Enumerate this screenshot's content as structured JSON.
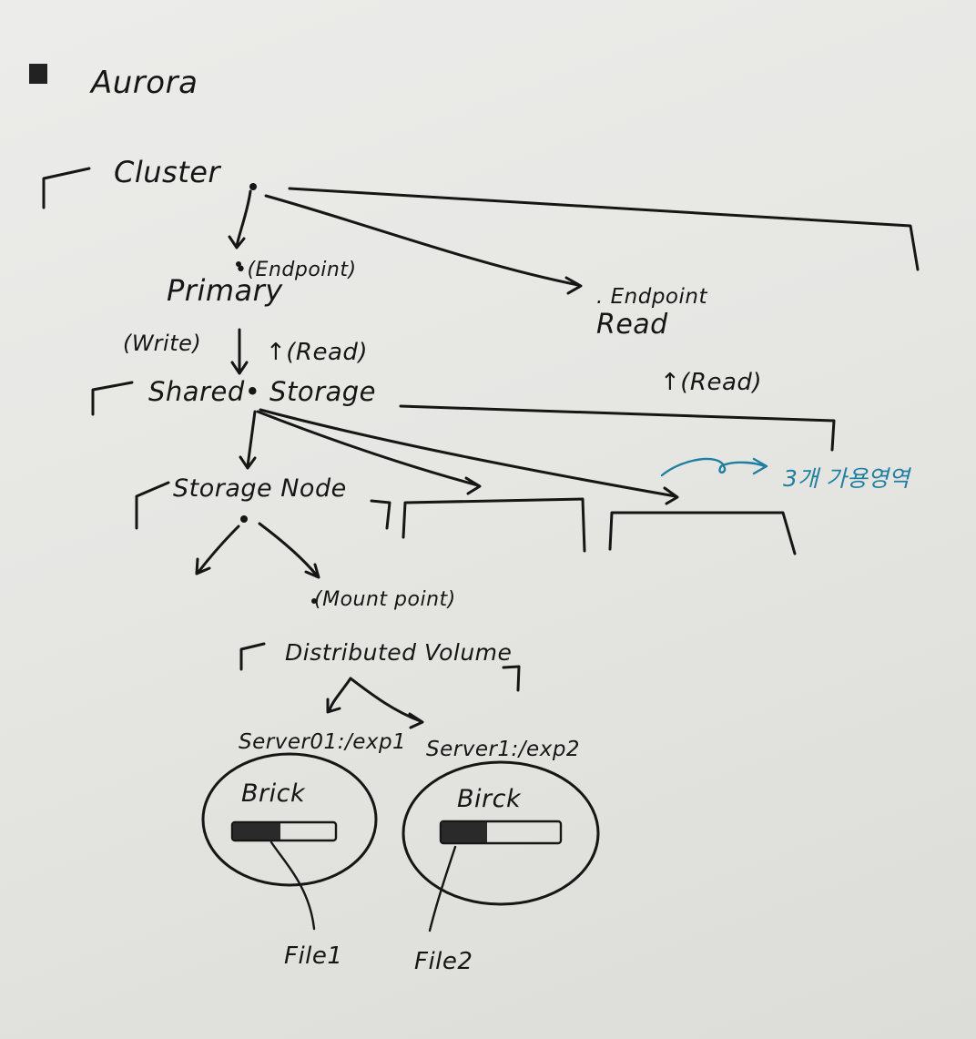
{
  "title": "Aurora",
  "nodes": {
    "cluster": "Cluster",
    "primary": "Primary",
    "primary_endpoint": "•(Endpoint)",
    "read_replica": "Read",
    "read_endpoint": ". Endpoint",
    "write_label": "(Write)",
    "read_label_primary": "↑(Read)",
    "read_label_replica": "↑(Read)",
    "shared_storage": "Shared• Storage",
    "storage_node": "Storage Node",
    "az_note": "3개 가용영역",
    "mount_point": "(Mount point)",
    "distributed_volume": "Distributed Volume",
    "server1_path": "Server01:/exp1",
    "server2_path": "Server1:/exp2",
    "brick1": "Brick",
    "brick2": "Birck",
    "file1": "File1",
    "file2": "File2"
  },
  "colors": {
    "ink": "#161616",
    "annotation": "#1f7fa0",
    "paper": "#e9e9e7"
  }
}
